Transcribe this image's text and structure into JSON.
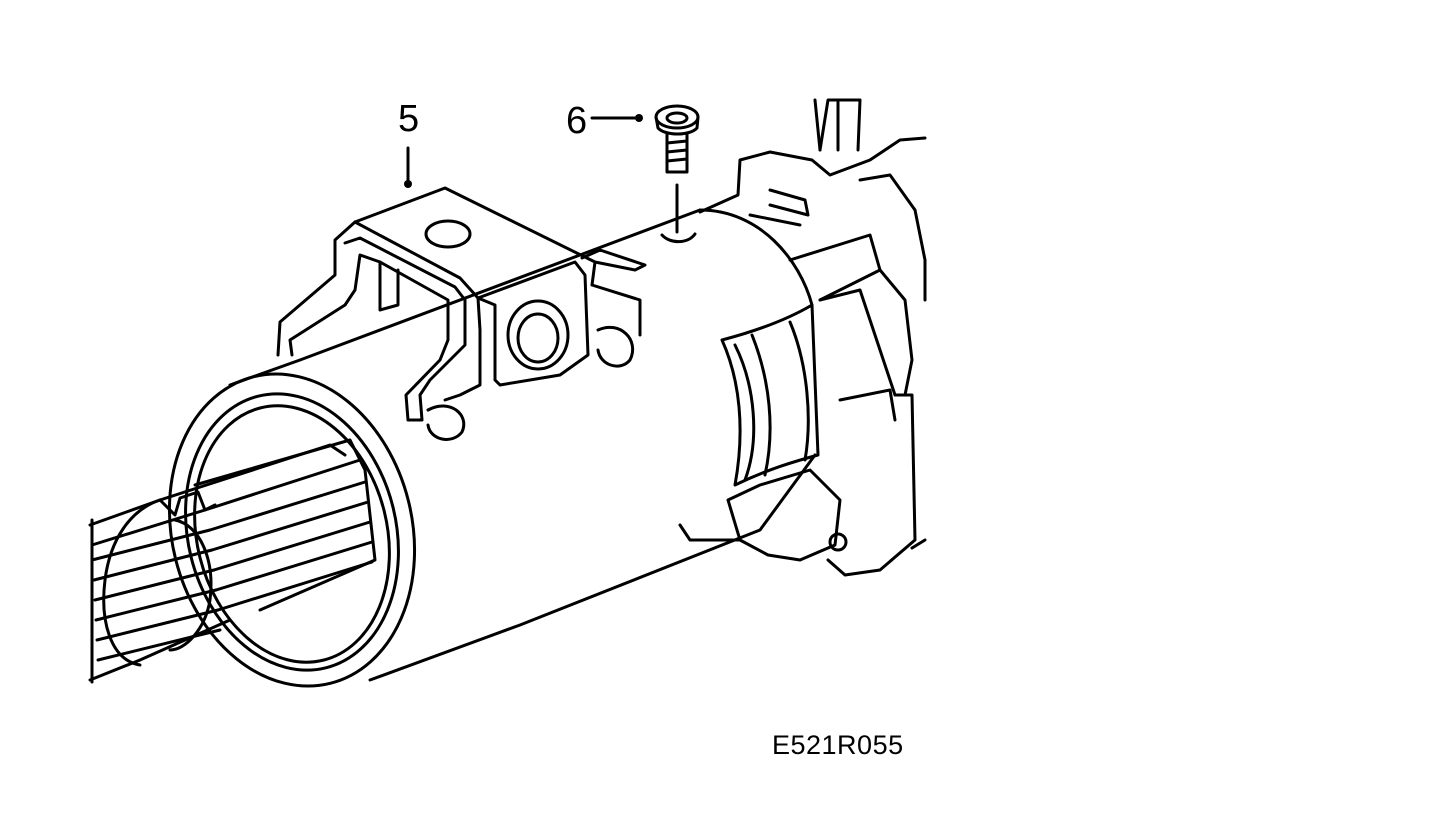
{
  "figure": {
    "callouts": [
      {
        "id": "5",
        "label": "5",
        "part": "bracket"
      },
      {
        "id": "6",
        "label": "6",
        "part": "screw"
      }
    ],
    "figure_code": "E521R055",
    "colors": {
      "line": "#000000",
      "background": "#ffffff"
    }
  }
}
